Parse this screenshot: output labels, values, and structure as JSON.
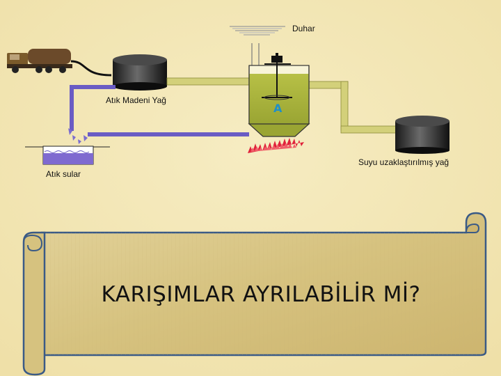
{
  "diagram": {
    "labels": {
      "vapor": "Duhar",
      "waste_oil": "Atık Madeni Yağ",
      "waste_water": "Atık sular",
      "dewatered_oil": "Suyu uzaklaştırılmış yağ",
      "tank_letter": "A"
    }
  },
  "scroll": {
    "title": "KARIŞIMLAR AYRILABİLİR Mİ?"
  },
  "colors": {
    "background": "#f3e7b6",
    "pipe_purple": "#6a5cc4",
    "pipe_olive": "#d3d07a",
    "oil_fill": "#aab53a",
    "scroll_fill": "#dcc98a",
    "scroll_border": "#3a5a86",
    "flame": "#e0213a"
  }
}
